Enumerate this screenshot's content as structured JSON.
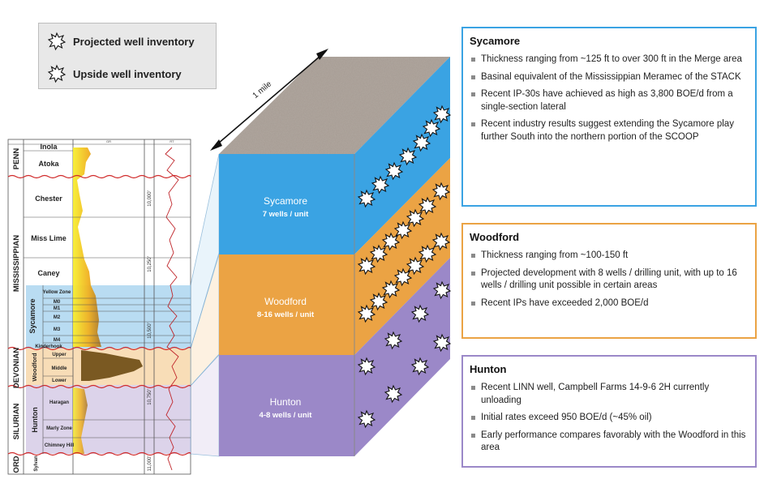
{
  "legend": {
    "projected": "Projected well inventory",
    "upside": "Upside well inventory"
  },
  "block": {
    "dimension_label": "1 mile",
    "layers": [
      {
        "name": "Sycamore",
        "wells": "7 wells / unit",
        "color": "#3aa3e3"
      },
      {
        "name": "Woodford",
        "wells": "8-16 wells / unit",
        "color": "#eba344"
      },
      {
        "name": "Hunton",
        "wells": "4-8 wells / unit",
        "color": "#9b88c8"
      }
    ]
  },
  "log": {
    "systems": [
      "PENN",
      "MISSISSIPPIAN",
      "DEVONIAN",
      "SILURIAN",
      "ORD"
    ],
    "groups": [
      "Sycamore",
      "Woodford",
      "Hunton",
      "Sylvan"
    ],
    "formations": [
      "Inola",
      "Atoka",
      "Chester",
      "Miss Lime",
      "Caney",
      "Yellow Zone",
      "M0",
      "M1",
      "M2",
      "M3",
      "M4",
      "Kinderhook",
      "Upper",
      "Middle",
      "Lower",
      "Haragan",
      "Marly Zone",
      "Chimney Hill"
    ],
    "depths": [
      "10,000'",
      "10,250'",
      "10,500'",
      "10,750'",
      "11,000'"
    ],
    "track_headers": [
      "GR",
      "RT"
    ]
  },
  "panels": {
    "sycamore": {
      "title": "Sycamore",
      "border": "#3aa3e3",
      "bullets": [
        "Thickness ranging from ~125 ft to over 300 ft in the Merge area",
        "Basinal equivalent of the Mississippian Meramec of the STACK",
        "Recent IP-30s have achieved as high as 3,800 BOE/d from a single-section lateral",
        "Recent industry results suggest extending the Sycamore play further South into the northern portion of the SCOOP"
      ]
    },
    "woodford": {
      "title": "Woodford",
      "border": "#eba344",
      "bullets": [
        "Thickness ranging from ~100-150 ft",
        "Projected development with 8 wells / drilling unit, with up to 16 wells / drilling unit possible in certain areas",
        "Recent IPs have exceeded 2,000 BOE/d"
      ]
    },
    "hunton": {
      "title": "Hunton",
      "border": "#9b88c8",
      "bullets": [
        "Recent LINN well, Campbell Farms 14-9-6 2H currently unloading",
        "Initial rates exceed 950 BOE/d (~45% oil)",
        "Early performance compares favorably with the Woodford in this area"
      ]
    }
  }
}
